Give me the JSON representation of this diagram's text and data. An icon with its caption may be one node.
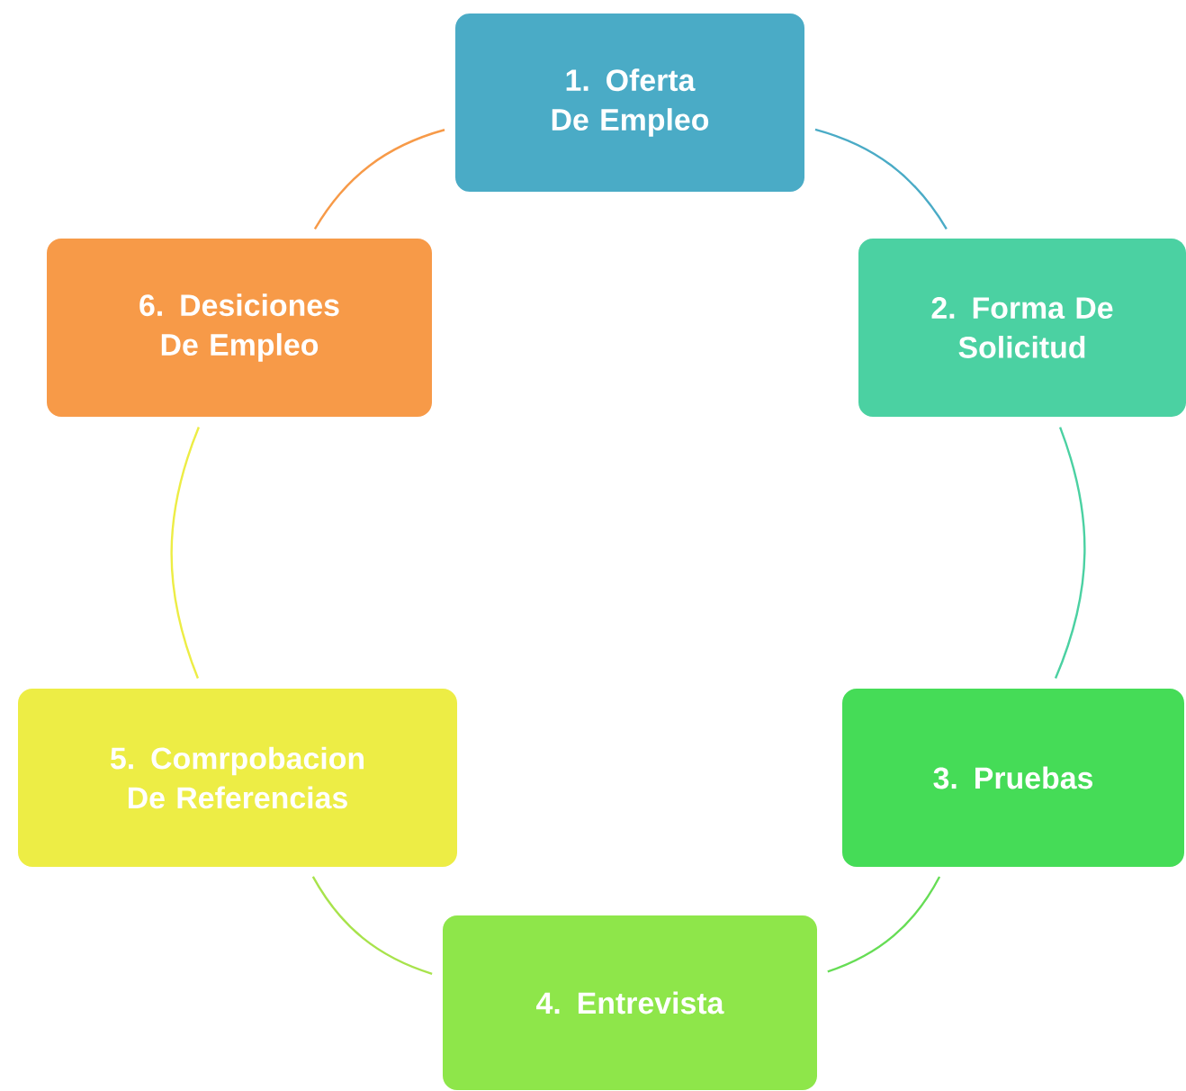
{
  "diagram": {
    "nodes": [
      {
        "text": [
          "1. Oferta De Empleo"
        ]
      },
      {
        "text": [
          "2. Forma De Solicitud"
        ]
      },
      {
        "text": [
          "3. Pruebas"
        ]
      },
      {
        "text": [
          "4. Entrevista"
        ]
      },
      {
        "text": [
          "5. Comrpobacion De Referencias"
        ]
      },
      {
        "text": [
          "6. Desiciones De Empleo"
        ]
      }
    ],
    "edges": [
      {
        "from": 0,
        "to": 1,
        "arrow": "none",
        "color": "#4aabc6"
      },
      {
        "from": 1,
        "to": 2,
        "arrow": "none",
        "color": "#4bd1a2"
      },
      {
        "from": 2,
        "to": 3,
        "arrow": "none",
        "color": "#66dd55"
      },
      {
        "from": 3,
        "to": 4,
        "arrow": "none",
        "color": "#a8e34c"
      },
      {
        "from": 4,
        "to": 5,
        "arrow": "none",
        "color": "#eded45"
      },
      {
        "from": 5,
        "to": 0,
        "arrow": "none",
        "color": "#f79a48"
      }
    ]
  }
}
